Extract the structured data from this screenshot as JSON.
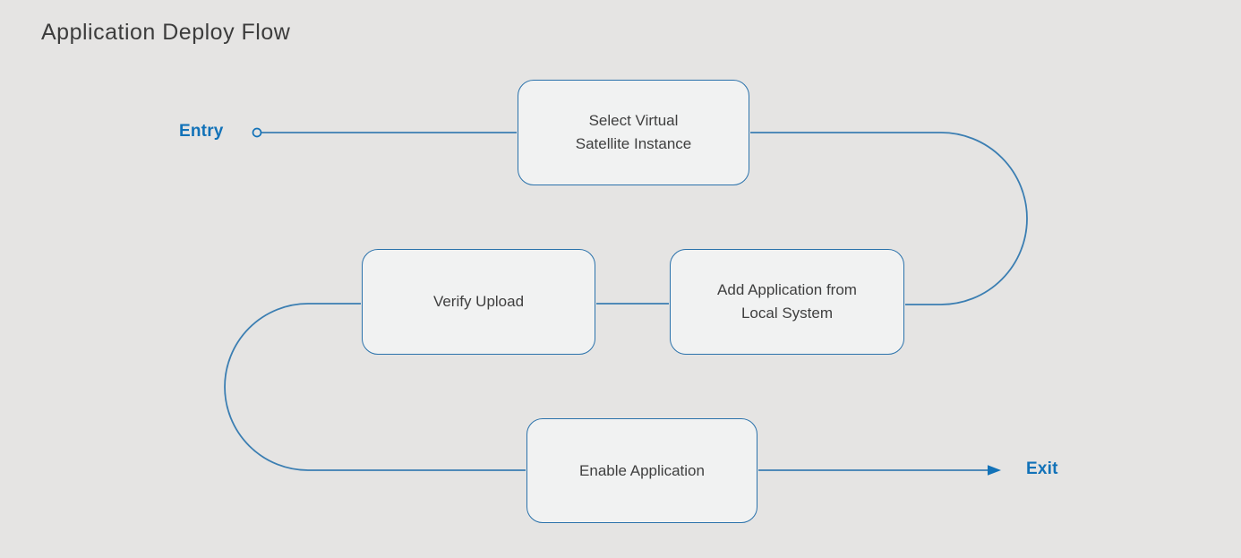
{
  "title": "Application Deploy Flow",
  "entry": {
    "label": "Entry",
    "marker": "circle-outline"
  },
  "exit": {
    "label": "Exit",
    "marker": "arrow-right"
  },
  "nodes": [
    {
      "id": "select-virtual-satellite-instance",
      "label": "Select Virtual\nSatellite Instance"
    },
    {
      "id": "verify-upload",
      "label": "Verify Upload"
    },
    {
      "id": "add-application-from-local-system",
      "label": "Add Application from\nLocal System"
    },
    {
      "id": "enable-application",
      "label": "Enable Application"
    }
  ],
  "flow_order": [
    "entry",
    "select-virtual-satellite-instance",
    "add-application-from-local-system",
    "verify-upload",
    "enable-application",
    "exit"
  ],
  "colors": {
    "background": "#e5e4e3",
    "node_fill": "#f1f2f2",
    "node_border": "#2b72ab",
    "connector": "#3b7eb2",
    "endpoint_text": "#1272b8",
    "node_text": "#3f3f3f",
    "title_text": "#3c3c3c"
  }
}
